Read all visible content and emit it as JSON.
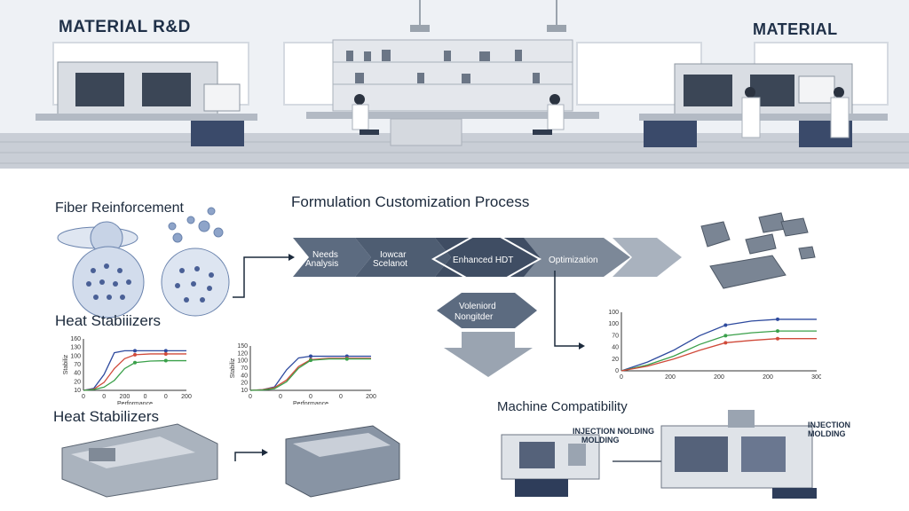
{
  "header": {
    "left_title": "MATERIAL R&D",
    "right_title": "MATERIAL"
  },
  "process": {
    "title": "Formulation Customization Process",
    "steps": [
      {
        "label_line1": "Needs",
        "label_line2": "Analysis"
      },
      {
        "label_line1": "Iowcar",
        "label_line2": "Scelanot"
      },
      {
        "label_line1": "Enhanced HDT",
        "label_line2": ""
      },
      {
        "label_line1": "Optimization",
        "label_line2": ""
      }
    ],
    "down_step": {
      "label_line1": "Voleniord",
      "label_line2": "Nongitder"
    }
  },
  "sections": {
    "fiber": "Fiber Reinforcement",
    "heat1": "Heat Stabiiizers",
    "heat2": "Heat Stabilizers",
    "machine": "Machine Compatibility"
  },
  "machine_labels": {
    "left": {
      "line1": "INJECTION NOLDING",
      "line2": "MOLDING"
    },
    "right": {
      "line1": "INJECTION",
      "line2": "MOLDING"
    }
  },
  "chart_data": [
    {
      "type": "line",
      "title": "",
      "xlabel": "Performance",
      "ylabel": "Stabiliz",
      "x_ticks": [
        "0",
        "0",
        "200",
        "0",
        "0",
        "200"
      ],
      "y_ticks": [
        "160",
        "130",
        "100",
        "70",
        "40",
        "20",
        "10"
      ],
      "series": [
        {
          "color": "#2e4a9e",
          "x": [
            0,
            20,
            40,
            60,
            80,
            100,
            130,
            160,
            200
          ],
          "y": [
            0,
            5,
            40,
            95,
            100,
            100,
            100,
            100,
            100
          ]
        },
        {
          "color": "#d04a3a",
          "x": [
            0,
            20,
            40,
            60,
            80,
            100,
            130,
            160,
            200
          ],
          "y": [
            0,
            3,
            20,
            55,
            80,
            90,
            92,
            92,
            92
          ]
        },
        {
          "color": "#3aa04a",
          "x": [
            0,
            20,
            40,
            60,
            80,
            100,
            130,
            160,
            200
          ],
          "y": [
            0,
            2,
            8,
            25,
            55,
            70,
            74,
            75,
            75
          ]
        }
      ]
    },
    {
      "type": "line",
      "title": "",
      "xlabel": "Performance",
      "ylabel": "Stabiliz",
      "x_ticks": [
        "0",
        "0",
        "0",
        "0",
        "200"
      ],
      "y_ticks": [
        "150",
        "120",
        "100",
        "70",
        "40",
        "20",
        "10"
      ],
      "series": [
        {
          "color": "#2e4a9e",
          "x": [
            0,
            20,
            40,
            60,
            80,
            100,
            130,
            160,
            200
          ],
          "y": [
            0,
            2,
            10,
            60,
            95,
            100,
            100,
            100,
            100
          ]
        },
        {
          "color": "#d04a3a",
          "x": [
            0,
            20,
            40,
            60,
            80,
            100,
            130,
            160,
            200
          ],
          "y": [
            0,
            2,
            8,
            30,
            70,
            90,
            94,
            94,
            94
          ]
        },
        {
          "color": "#3aa04a",
          "x": [
            0,
            20,
            40,
            60,
            80,
            100,
            130,
            160,
            200
          ],
          "y": [
            0,
            1,
            5,
            25,
            65,
            88,
            92,
            92,
            92
          ]
        }
      ]
    },
    {
      "type": "line",
      "title": "",
      "xlabel": "",
      "ylabel": "",
      "x_ticks": [
        "0",
        "200",
        "200",
        "200",
        "300"
      ],
      "y_ticks": [
        "100",
        "100",
        "70",
        "40",
        "20",
        "0"
      ],
      "series": [
        {
          "color": "#2e4a9e",
          "x": [
            0,
            40,
            80,
            120,
            160,
            200,
            240,
            300
          ],
          "y": [
            0,
            15,
            35,
            60,
            78,
            85,
            88,
            88
          ]
        },
        {
          "color": "#3aa04a",
          "x": [
            0,
            40,
            80,
            120,
            160,
            200,
            240,
            300
          ],
          "y": [
            0,
            10,
            25,
            45,
            60,
            65,
            68,
            68
          ]
        },
        {
          "color": "#d04a3a",
          "x": [
            0,
            40,
            80,
            120,
            160,
            200,
            240,
            300
          ],
          "y": [
            0,
            8,
            20,
            35,
            48,
            52,
            55,
            55
          ]
        }
      ]
    }
  ]
}
